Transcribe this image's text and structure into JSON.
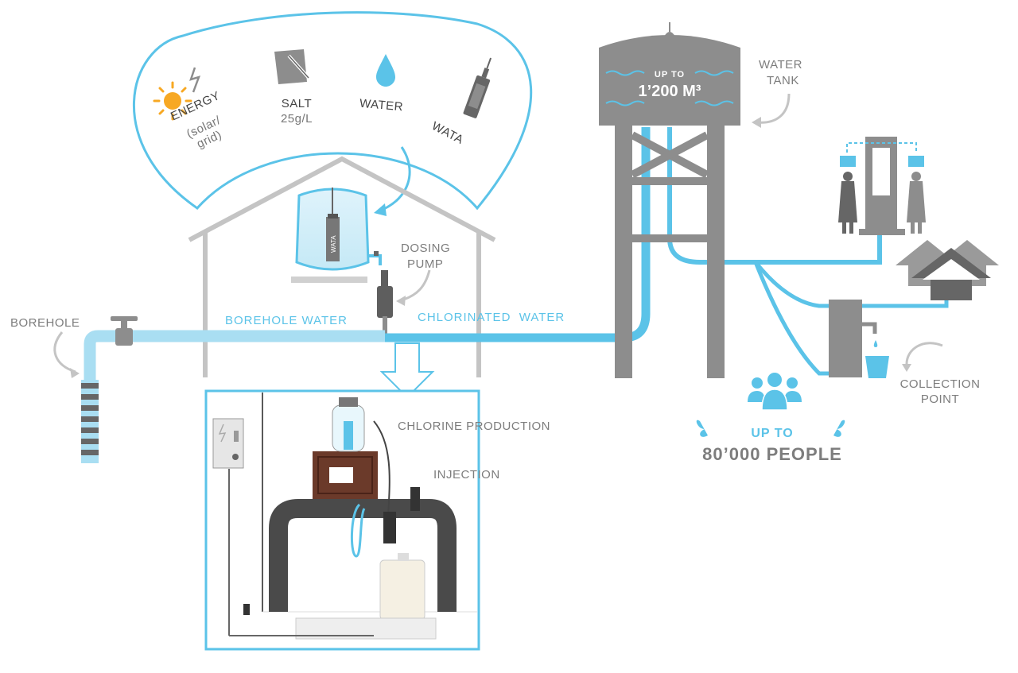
{
  "inputs_bubble": {
    "energy_title": "ENERGY",
    "energy_sub": "(solar/\ngrid)",
    "salt_title": "SALT",
    "salt_sub": "25g/L",
    "water_title": "WATER",
    "wata_title": "WATA"
  },
  "tank_device_label": "WATA",
  "water_tower": {
    "capacity_line1": "UP TO",
    "capacity_line2": "1’200 M³",
    "label_line1": "WATER",
    "label_line2": "TANK"
  },
  "labels": {
    "borehole": "BOREHOLE",
    "borehole_water": "BOREHOLE WATER",
    "chlorinated_water": "CHLORINATED  WATER",
    "dosing_pump_line1": "DOSING",
    "dosing_pump_line2": "PUMP",
    "chlorine_production": "CHLORINE PRODUCTION",
    "injection": "INJECTION",
    "collection_point_line1": "COLLECTION",
    "collection_point_line2": "POINT",
    "people_line1": "UP TO",
    "people_line2": "80’000 PEOPLE"
  },
  "colors": {
    "blue": "#5bc3e8",
    "light_blue": "#a9def2",
    "grey": "#8d8d8d",
    "dark_grey": "#666666",
    "brown": "#6b3a2a",
    "sun": "#f7a823"
  },
  "icons": [
    "sun-icon",
    "lightning-icon",
    "salt-bag-icon",
    "water-drop-icon",
    "wata-device-icon",
    "people-group-icon",
    "house-icon",
    "water-tower-icon",
    "tap-icon"
  ]
}
